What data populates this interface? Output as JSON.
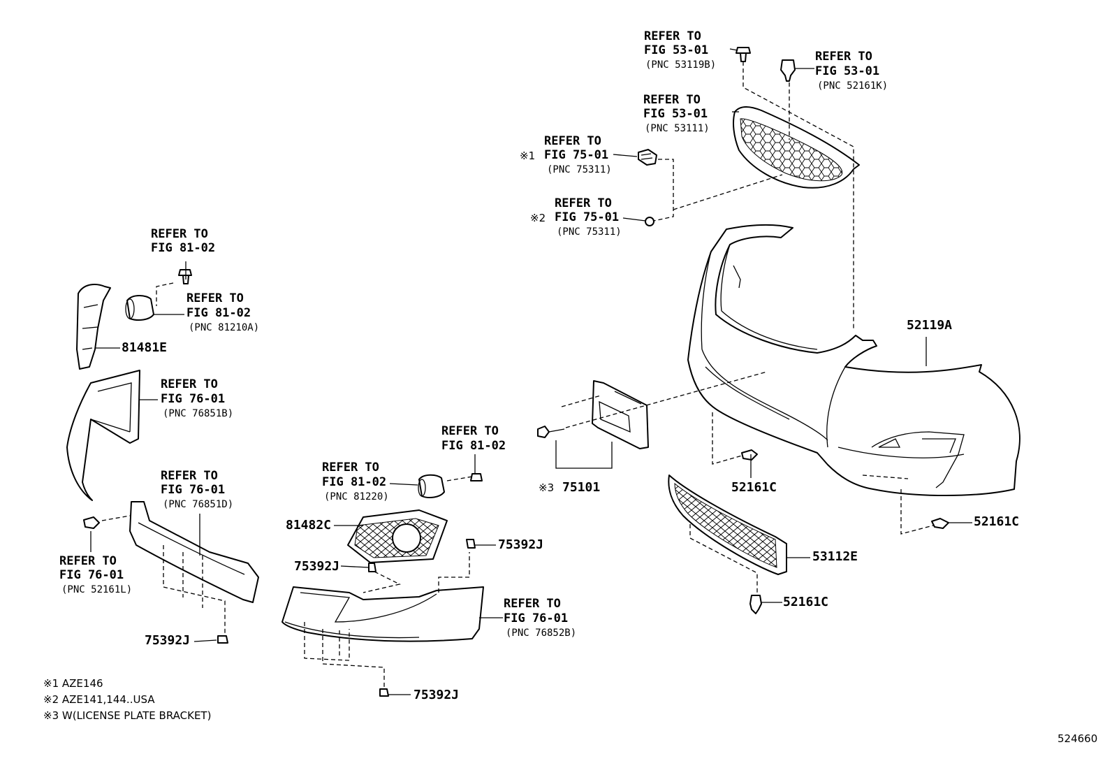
{
  "refer_to": "REFER TO",
  "callouts": {
    "fig53_pnc53119b": {
      "fig": "FIG 53-01",
      "pnc": "(PNC 53119B)"
    },
    "fig53_pnc52161k": {
      "fig": "FIG 53-01",
      "pnc": "(PNC 52161K)"
    },
    "fig53_pnc53111": {
      "fig": "FIG 53-01",
      "pnc": "(PNC 53111)"
    },
    "fig75_1": {
      "mark": "※1",
      "fig": "FIG 75-01",
      "pnc": "(PNC 75311)"
    },
    "fig75_2": {
      "mark": "※2",
      "fig": "FIG 75-01",
      "pnc": "(PNC 75311)"
    },
    "fig81_bolt": {
      "fig": "FIG 81-02"
    },
    "fig81_pnc81210a": {
      "fig": "FIG 81-02",
      "pnc": "(PNC 81210A)"
    },
    "fig76_pnc76851b": {
      "fig": "FIG 76-01",
      "pnc": "(PNC 76851B)"
    },
    "fig76_pnc76851d": {
      "fig": "FIG 76-01",
      "pnc": "(PNC 76851D)"
    },
    "fig76_pnc52161l": {
      "fig": "FIG 76-01",
      "pnc": "(PNC 52161L)"
    },
    "fig81_bolt2": {
      "fig": "FIG 81-02"
    },
    "fig81_pnc81220": {
      "fig": "FIG 81-02",
      "pnc": "(PNC 81220)"
    },
    "fig76_pnc76852b": {
      "fig": "FIG 76-01",
      "pnc": "(PNC 76852B)"
    }
  },
  "parts": {
    "p52119a": "52119A",
    "p81481e": "81481E",
    "p81482c": "81482C",
    "p75392j_a": "75392J",
    "p75392j_b": "75392J",
    "p75392j_c": "75392J",
    "p75392j_d": "75392J",
    "p75101": "75101",
    "p75101_mark": "※3",
    "p52161c_a": "52161C",
    "p52161c_b": "52161C",
    "p52161c_c": "52161C",
    "p53112e": "53112E"
  },
  "notes": [
    "※1 AZE146",
    "※2 AZE141,144..USA",
    "※3 W(LICENSE PLATE BRACKET)"
  ],
  "diagram_number": "524660"
}
